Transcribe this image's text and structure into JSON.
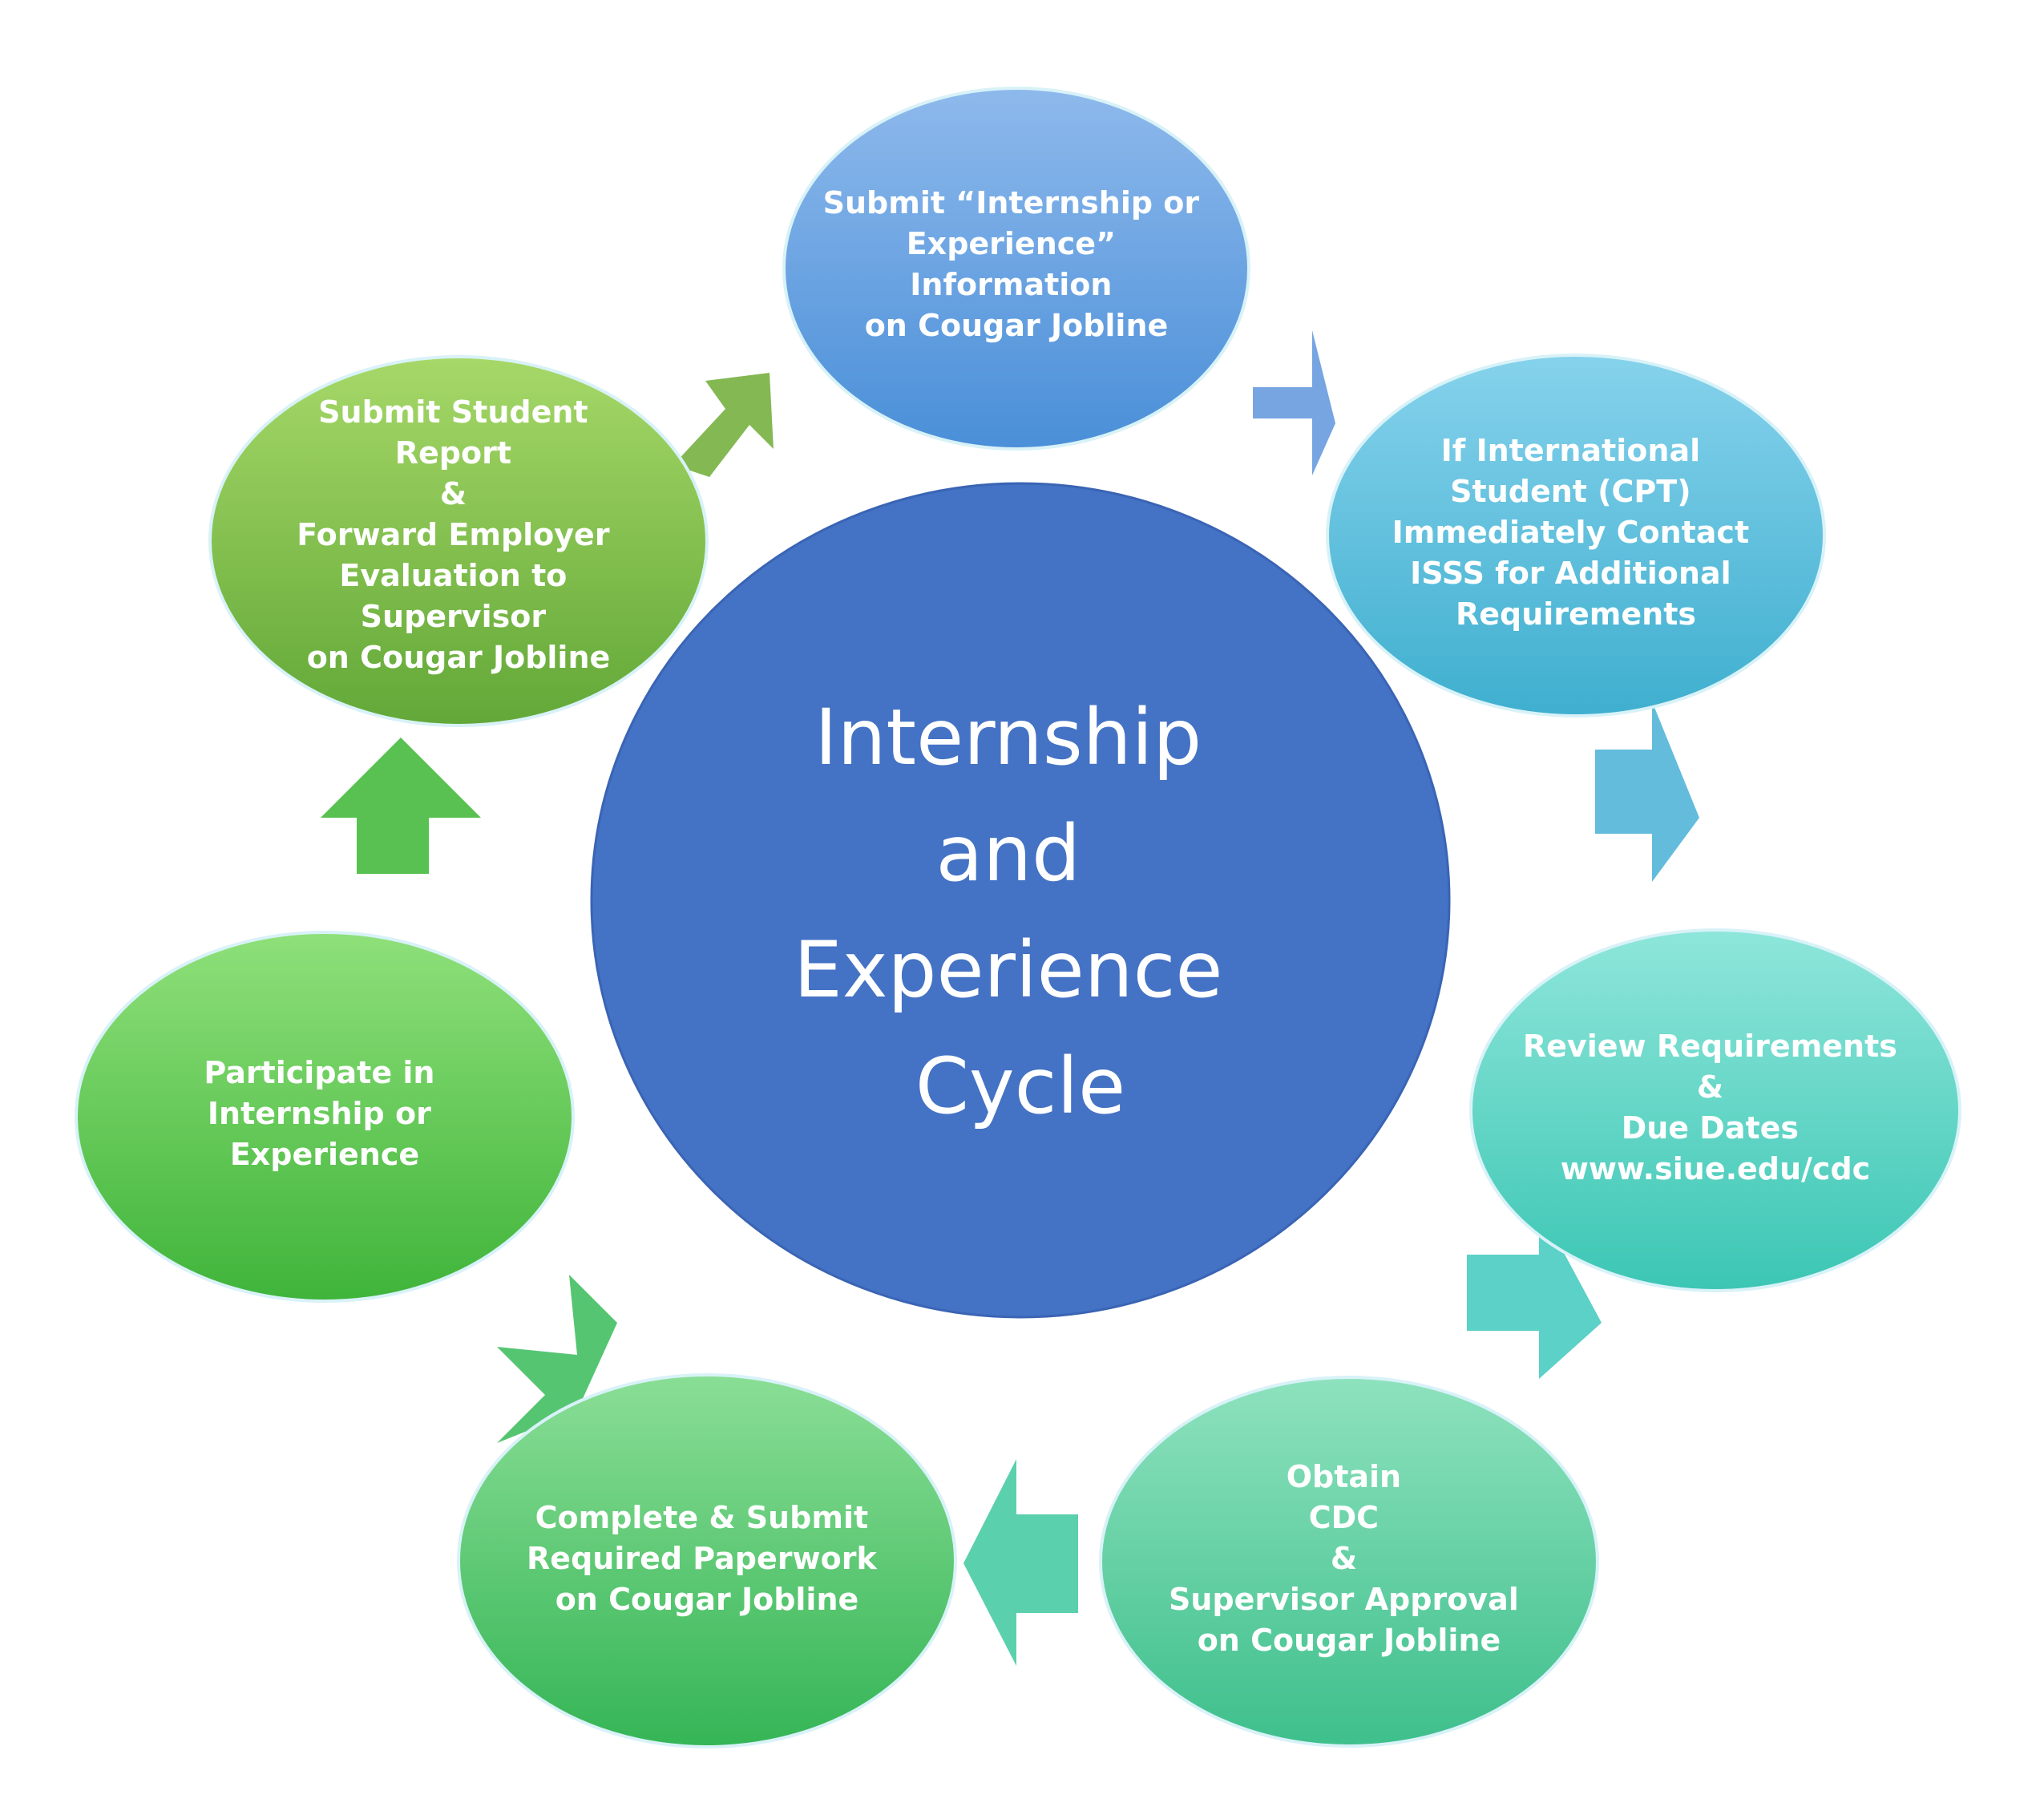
{
  "center": {
    "lines": [
      "Internship",
      "and",
      "Experience",
      "Cycle"
    ],
    "color": "#4472C4"
  },
  "steps": [
    {
      "id": "submit-info",
      "lines": [
        "Submit “Internship or",
        "Experience”",
        "Information",
        "on Cougar Jobline"
      ],
      "color_top": "#8EB9EC",
      "color_bottom": "#4A8FD8"
    },
    {
      "id": "international-student",
      "lines": [
        "If International",
        "Student (CPT)",
        "Immediately Contact",
        "ISSS for Additional",
        "Requirements"
      ],
      "color_top": "#86D2EC",
      "color_bottom": "#3FAFCF"
    },
    {
      "id": "review-requirements",
      "lines": [
        "Review Requirements",
        "&",
        "Due Dates",
        "www.siue.edu/cdc"
      ],
      "color_top": "#8EE6DA",
      "color_bottom": "#3CC6B4"
    },
    {
      "id": "obtain-approval",
      "lines": [
        "Obtain",
        "CDC",
        "&",
        "Supervisor Approval",
        "on Cougar Jobline"
      ],
      "color_top": "#8EE2BE",
      "color_bottom": "#3EBF8C"
    },
    {
      "id": "complete-paperwork",
      "lines": [
        "Complete & Submit",
        "Required Paperwork",
        "on Cougar Jobline"
      ],
      "color_top": "#8ADE96",
      "color_bottom": "#35B556"
    },
    {
      "id": "participate",
      "lines": [
        "Participate in",
        "Internship or",
        "Experience"
      ],
      "color_top": "#8FE07A",
      "color_bottom": "#3FB43A"
    },
    {
      "id": "submit-report",
      "lines": [
        "Submit Student",
        "Report",
        "&",
        "Forward Employer",
        "Evaluation to",
        "Supervisor",
        "on Cougar Jobline"
      ],
      "color_top": "#A6D868",
      "color_bottom": "#62A838"
    }
  ],
  "arrow_colors": [
    "#6FA0E0",
    "#5BB8DA",
    "#52CFC4",
    "#52CDA8",
    "#4CC26A",
    "#4FBE48",
    "#7DB44A"
  ]
}
